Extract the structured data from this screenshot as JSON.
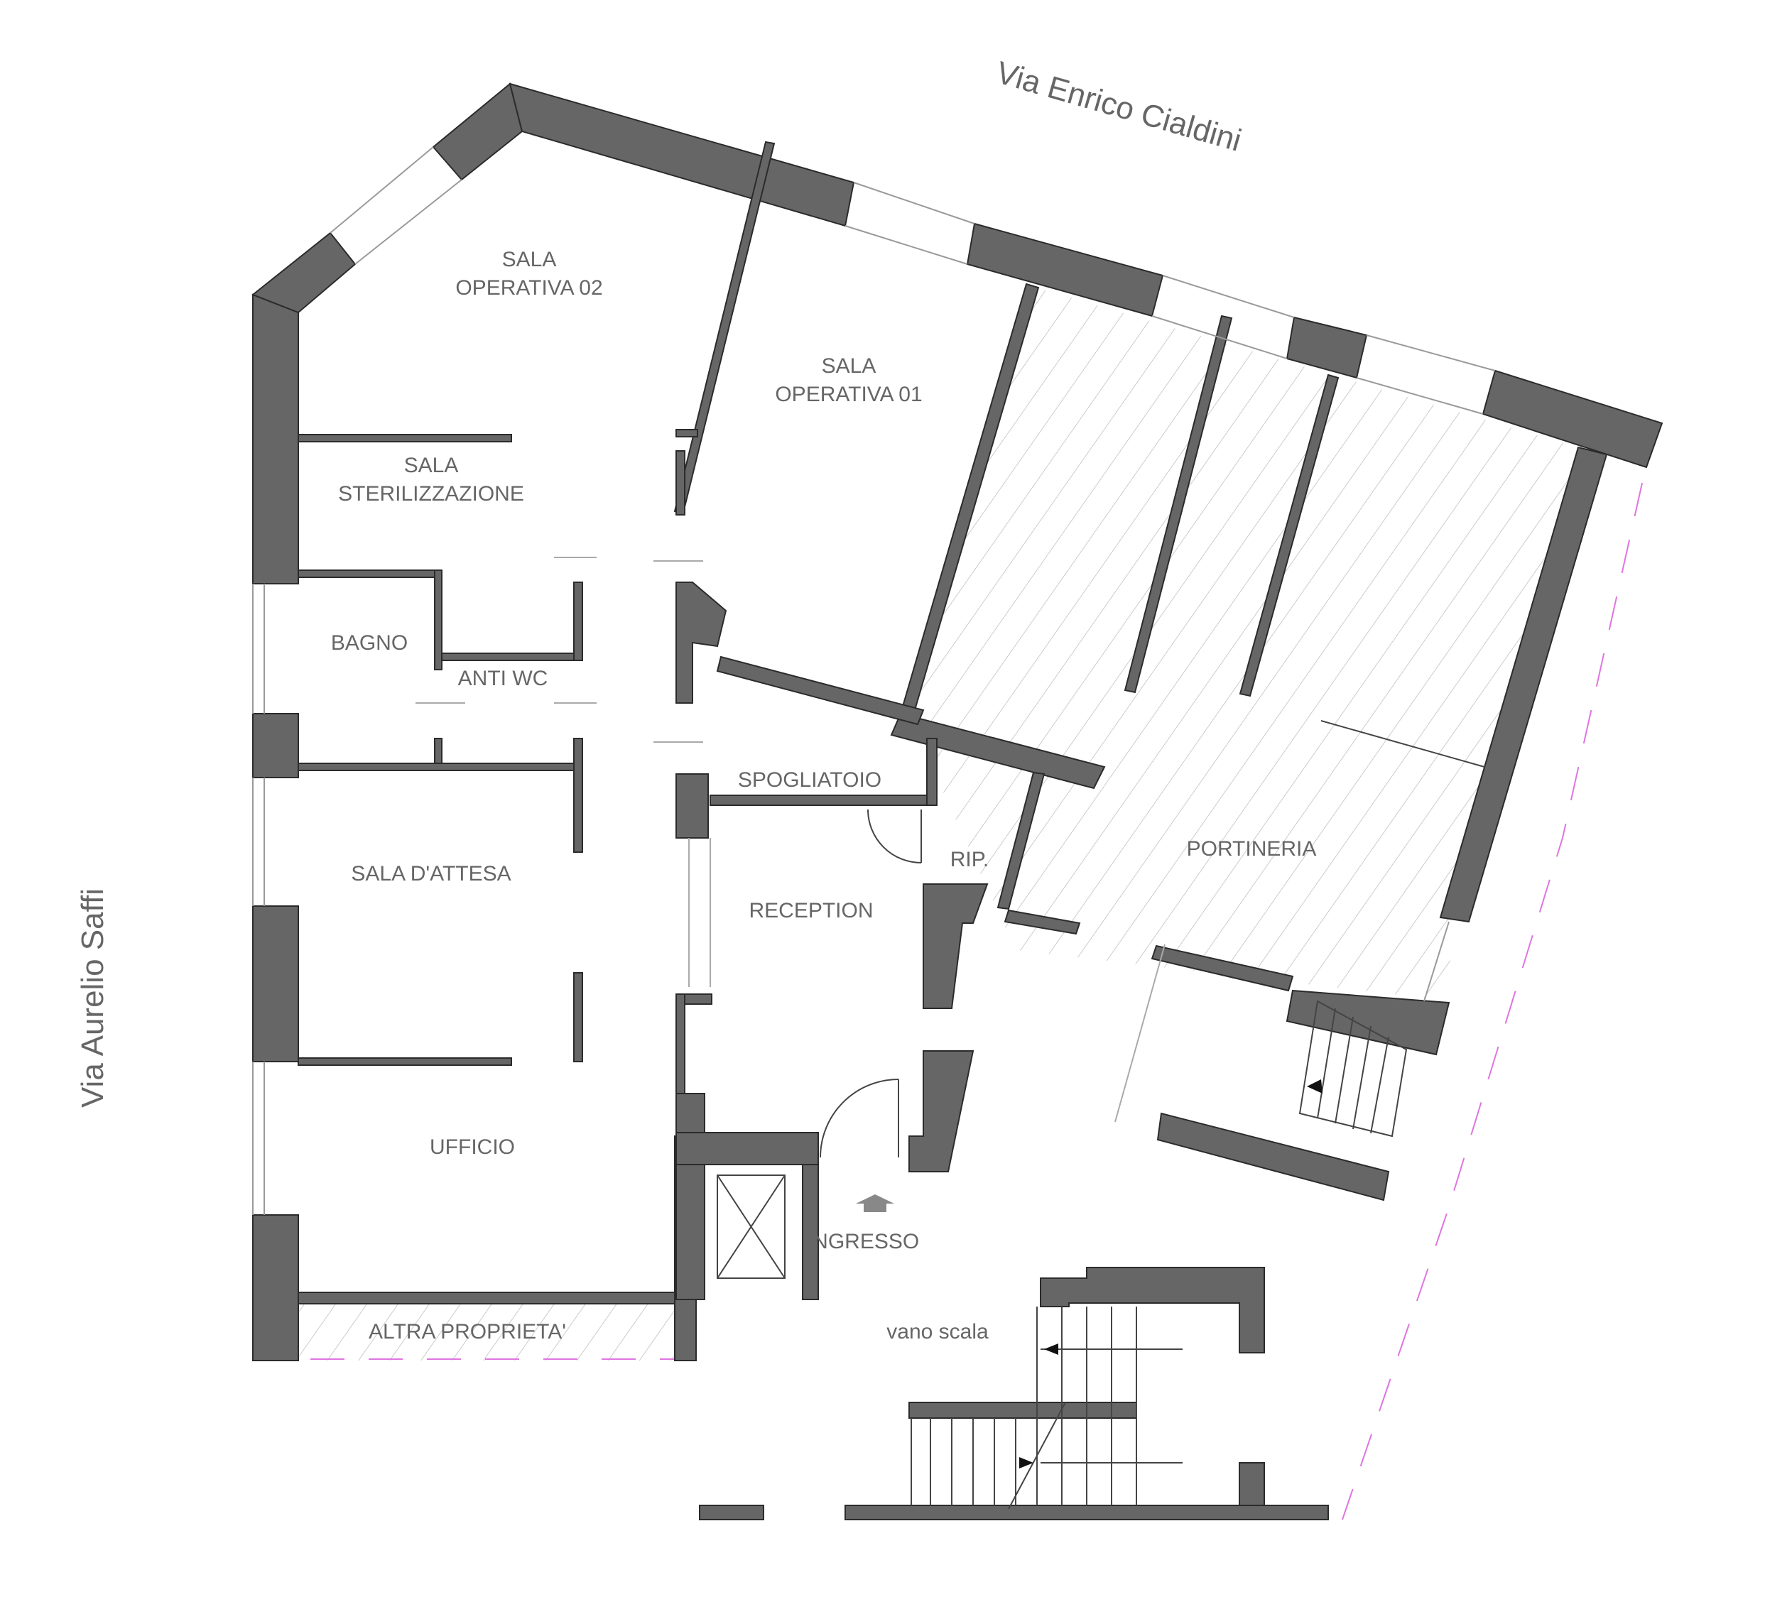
{
  "streets": {
    "north": "Via Enrico Cialdini",
    "west": "Via Aurelio Saffi"
  },
  "rooms": {
    "sala_operativa_02": [
      "SALA",
      "OPERATIVA 02"
    ],
    "sala_operativa_01": [
      "SALA",
      "OPERATIVA 01"
    ],
    "sala_sterilizzazione": [
      "SALA",
      "STERILIZZAZIONE"
    ],
    "bagno": "BAGNO",
    "anti_wc": "ANTI WC",
    "spogliatoio": "SPOGLIATOIO",
    "rip": "RIP.",
    "sala_attesa": "SALA D'ATTESA",
    "reception": "RECEPTION",
    "portineria": "PORTINERIA",
    "ufficio": "UFFICIO",
    "ingresso": "INGRESSO",
    "altra_proprieta": "ALTRA PROPRIETA'",
    "vano_scala": "vano scala"
  },
  "colors": {
    "wall": "#666666",
    "text": "#666666",
    "hatch": "#bbbbbb",
    "property_line": "#e074e0"
  }
}
